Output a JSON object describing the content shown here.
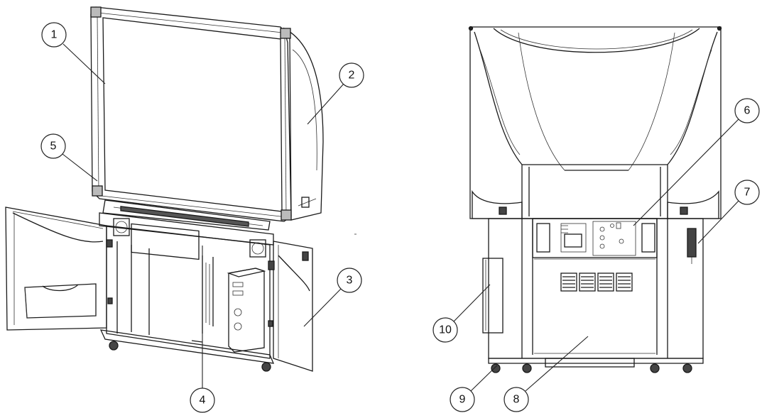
{
  "callouts": [
    {
      "id": "1",
      "label": "1"
    },
    {
      "id": "2",
      "label": "2"
    },
    {
      "id": "3",
      "label": "3"
    },
    {
      "id": "4",
      "label": "4"
    },
    {
      "id": "5",
      "label": "5"
    },
    {
      "id": "6",
      "label": "6"
    },
    {
      "id": "7",
      "label": "7"
    },
    {
      "id": "8",
      "label": "8"
    },
    {
      "id": "9",
      "label": "9"
    },
    {
      "id": "10",
      "label": "10"
    }
  ],
  "colors": {
    "line": "#1a1a1a",
    "background": "#ffffff",
    "pc_tower": "#d9d9d9",
    "projector_back": "#ffffff"
  }
}
